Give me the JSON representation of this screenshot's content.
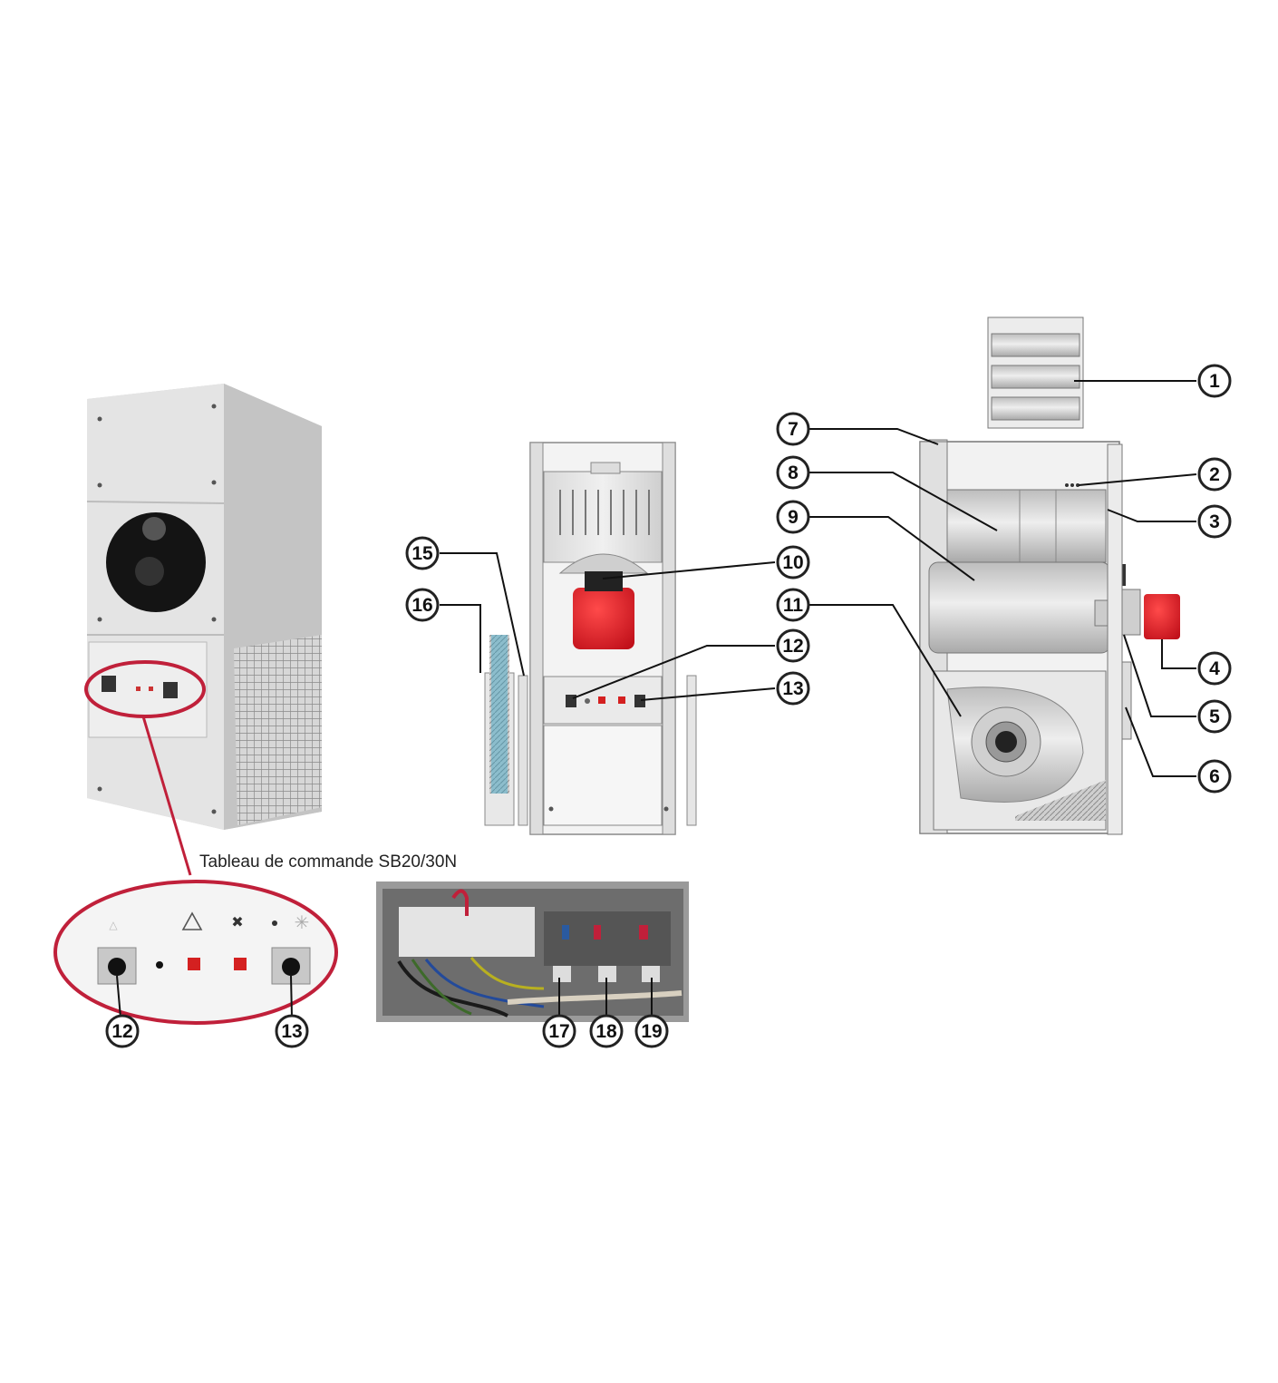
{
  "caption": "Tableau de commande SB20/30N",
  "callouts": [
    {
      "id": "c1",
      "label": "1"
    },
    {
      "id": "c2",
      "label": "2"
    },
    {
      "id": "c3",
      "label": "3"
    },
    {
      "id": "c4",
      "label": "4"
    },
    {
      "id": "c5",
      "label": "5"
    },
    {
      "id": "c6",
      "label": "6"
    },
    {
      "id": "c7",
      "label": "7"
    },
    {
      "id": "c8",
      "label": "8"
    },
    {
      "id": "c9",
      "label": "9"
    },
    {
      "id": "c10",
      "label": "10"
    },
    {
      "id": "c11",
      "label": "11"
    },
    {
      "id": "c12",
      "label": "12"
    },
    {
      "id": "c13",
      "label": "13"
    },
    {
      "id": "c15",
      "label": "15"
    },
    {
      "id": "c16",
      "label": "16"
    },
    {
      "id": "c12b",
      "label": "12"
    },
    {
      "id": "c13b",
      "label": "13"
    },
    {
      "id": "c17",
      "label": "17"
    },
    {
      "id": "c18",
      "label": "18"
    },
    {
      "id": "c19",
      "label": "19"
    }
  ],
  "colors": {
    "callout_ring": "#222222",
    "highlight_ellipse": "#c0203a",
    "burner_red": "#e0202a",
    "cabinet": "#e6e6e6",
    "filter_blue": "#3aa6c8"
  }
}
